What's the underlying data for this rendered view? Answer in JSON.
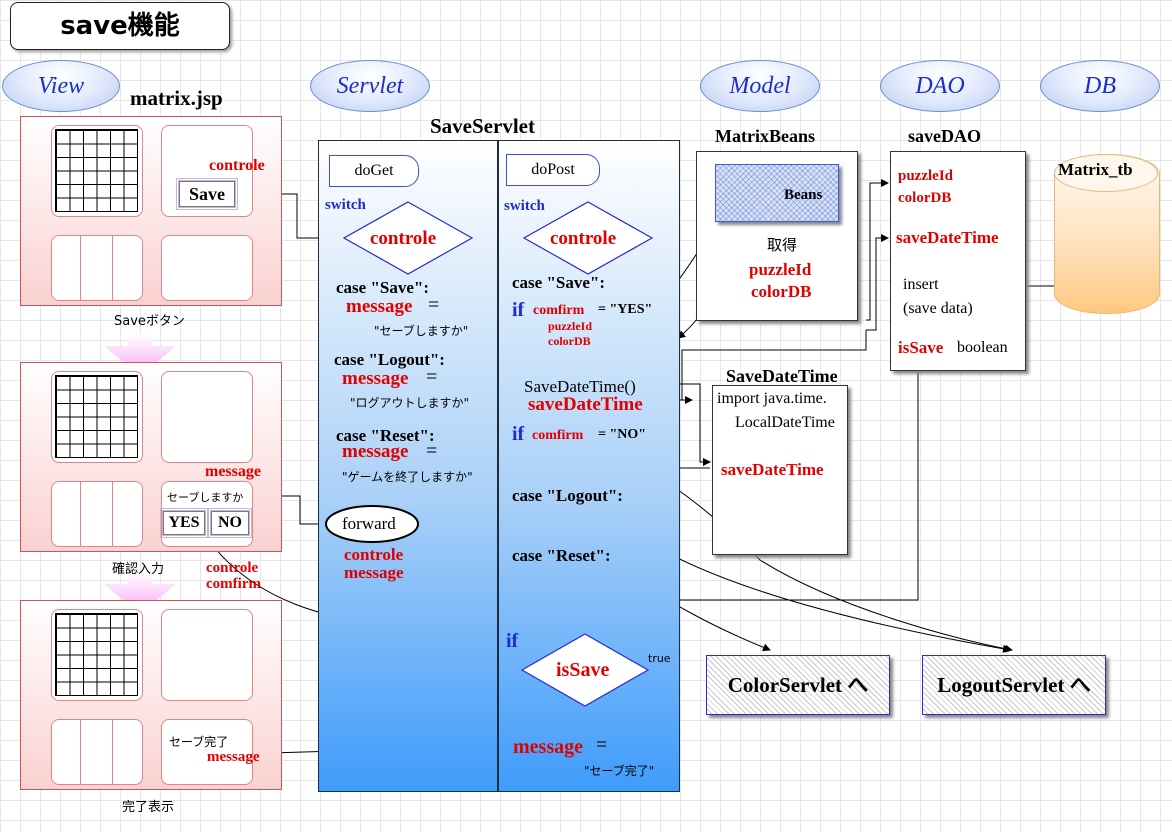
{
  "title": "save機能",
  "layers": [
    "View",
    "Servlet",
    "Model",
    "DAO",
    "DB"
  ],
  "view": {
    "jsp_title": "matrix.jsp",
    "p1_controle": "controle",
    "p1_save": "Save",
    "caption1": "Saveボタン",
    "p2_message": "message",
    "p2_text": "セーブしますか",
    "p2_yes": "YES",
    "p2_no": "NO",
    "caption2": "確認入力",
    "side_controle": "controle",
    "side_comfirm": "comfirm",
    "p3_text": "セーブ完了",
    "p3_message": "message",
    "caption3": "完了表示"
  },
  "servlet": {
    "title": "SaveServlet",
    "doget": "doGet",
    "dopost": "doPost",
    "switch1": "switch",
    "switch2": "switch",
    "controle1": "controle",
    "controle2": "controle",
    "case_save": "case \"Save\":",
    "msg1": "message",
    "eq": "=",
    "msg1_val": "\"セーブしますか\"",
    "case_logout": "case \"Logout\":",
    "msg2": "message",
    "msg2_val": "\"ログアウトしますか\"",
    "case_reset": "case \"Reset\":",
    "msg3": "message",
    "msg3_val": "\"ゲームを終了しますか\"",
    "forward": "forward",
    "fw_controle": "controle",
    "fw_message": "message",
    "post_case_save": "case \"Save\":",
    "if1": "if",
    "comfirm_yes_key": "comfirm",
    "comfirm_yes_val": "= \"YES\"",
    "puzzleId": "puzzleId",
    "colorDB": "colorDB",
    "savedatetime_call": "SaveDateTime()",
    "savedatetime_var": "saveDateTime",
    "if2": "if",
    "comfirm_no_key": "comfirm",
    "comfirm_no_val": "= \"NO\"",
    "post_case_logout": "case \"Logout\":",
    "post_case_reset": "case \"Reset\":",
    "if3": "if",
    "issave": "isSave",
    "true_label": "true",
    "final_msg": "message",
    "final_msg_val": "\"セーブ完了\""
  },
  "model": {
    "title": "MatrixBeans",
    "beans": "Beans",
    "get": "取得",
    "puzzleId": "puzzleId",
    "colorDB": "colorDB"
  },
  "savedatetime": {
    "title": "SaveDateTime",
    "import1": "import java.time.",
    "import2": "LocalDateTime",
    "var": "saveDateTime"
  },
  "dao": {
    "title": "saveDAO",
    "puzzleId": "puzzleId",
    "colorDB": "colorDB",
    "savedatetime": "saveDateTime",
    "insert": "insert",
    "savedata": "(save data)",
    "issave": "isSave",
    "boolean": "boolean"
  },
  "db": {
    "table": "Matrix_tb"
  },
  "targets": {
    "color": "ColorServlet へ",
    "logout": "LogoutServlet へ"
  }
}
